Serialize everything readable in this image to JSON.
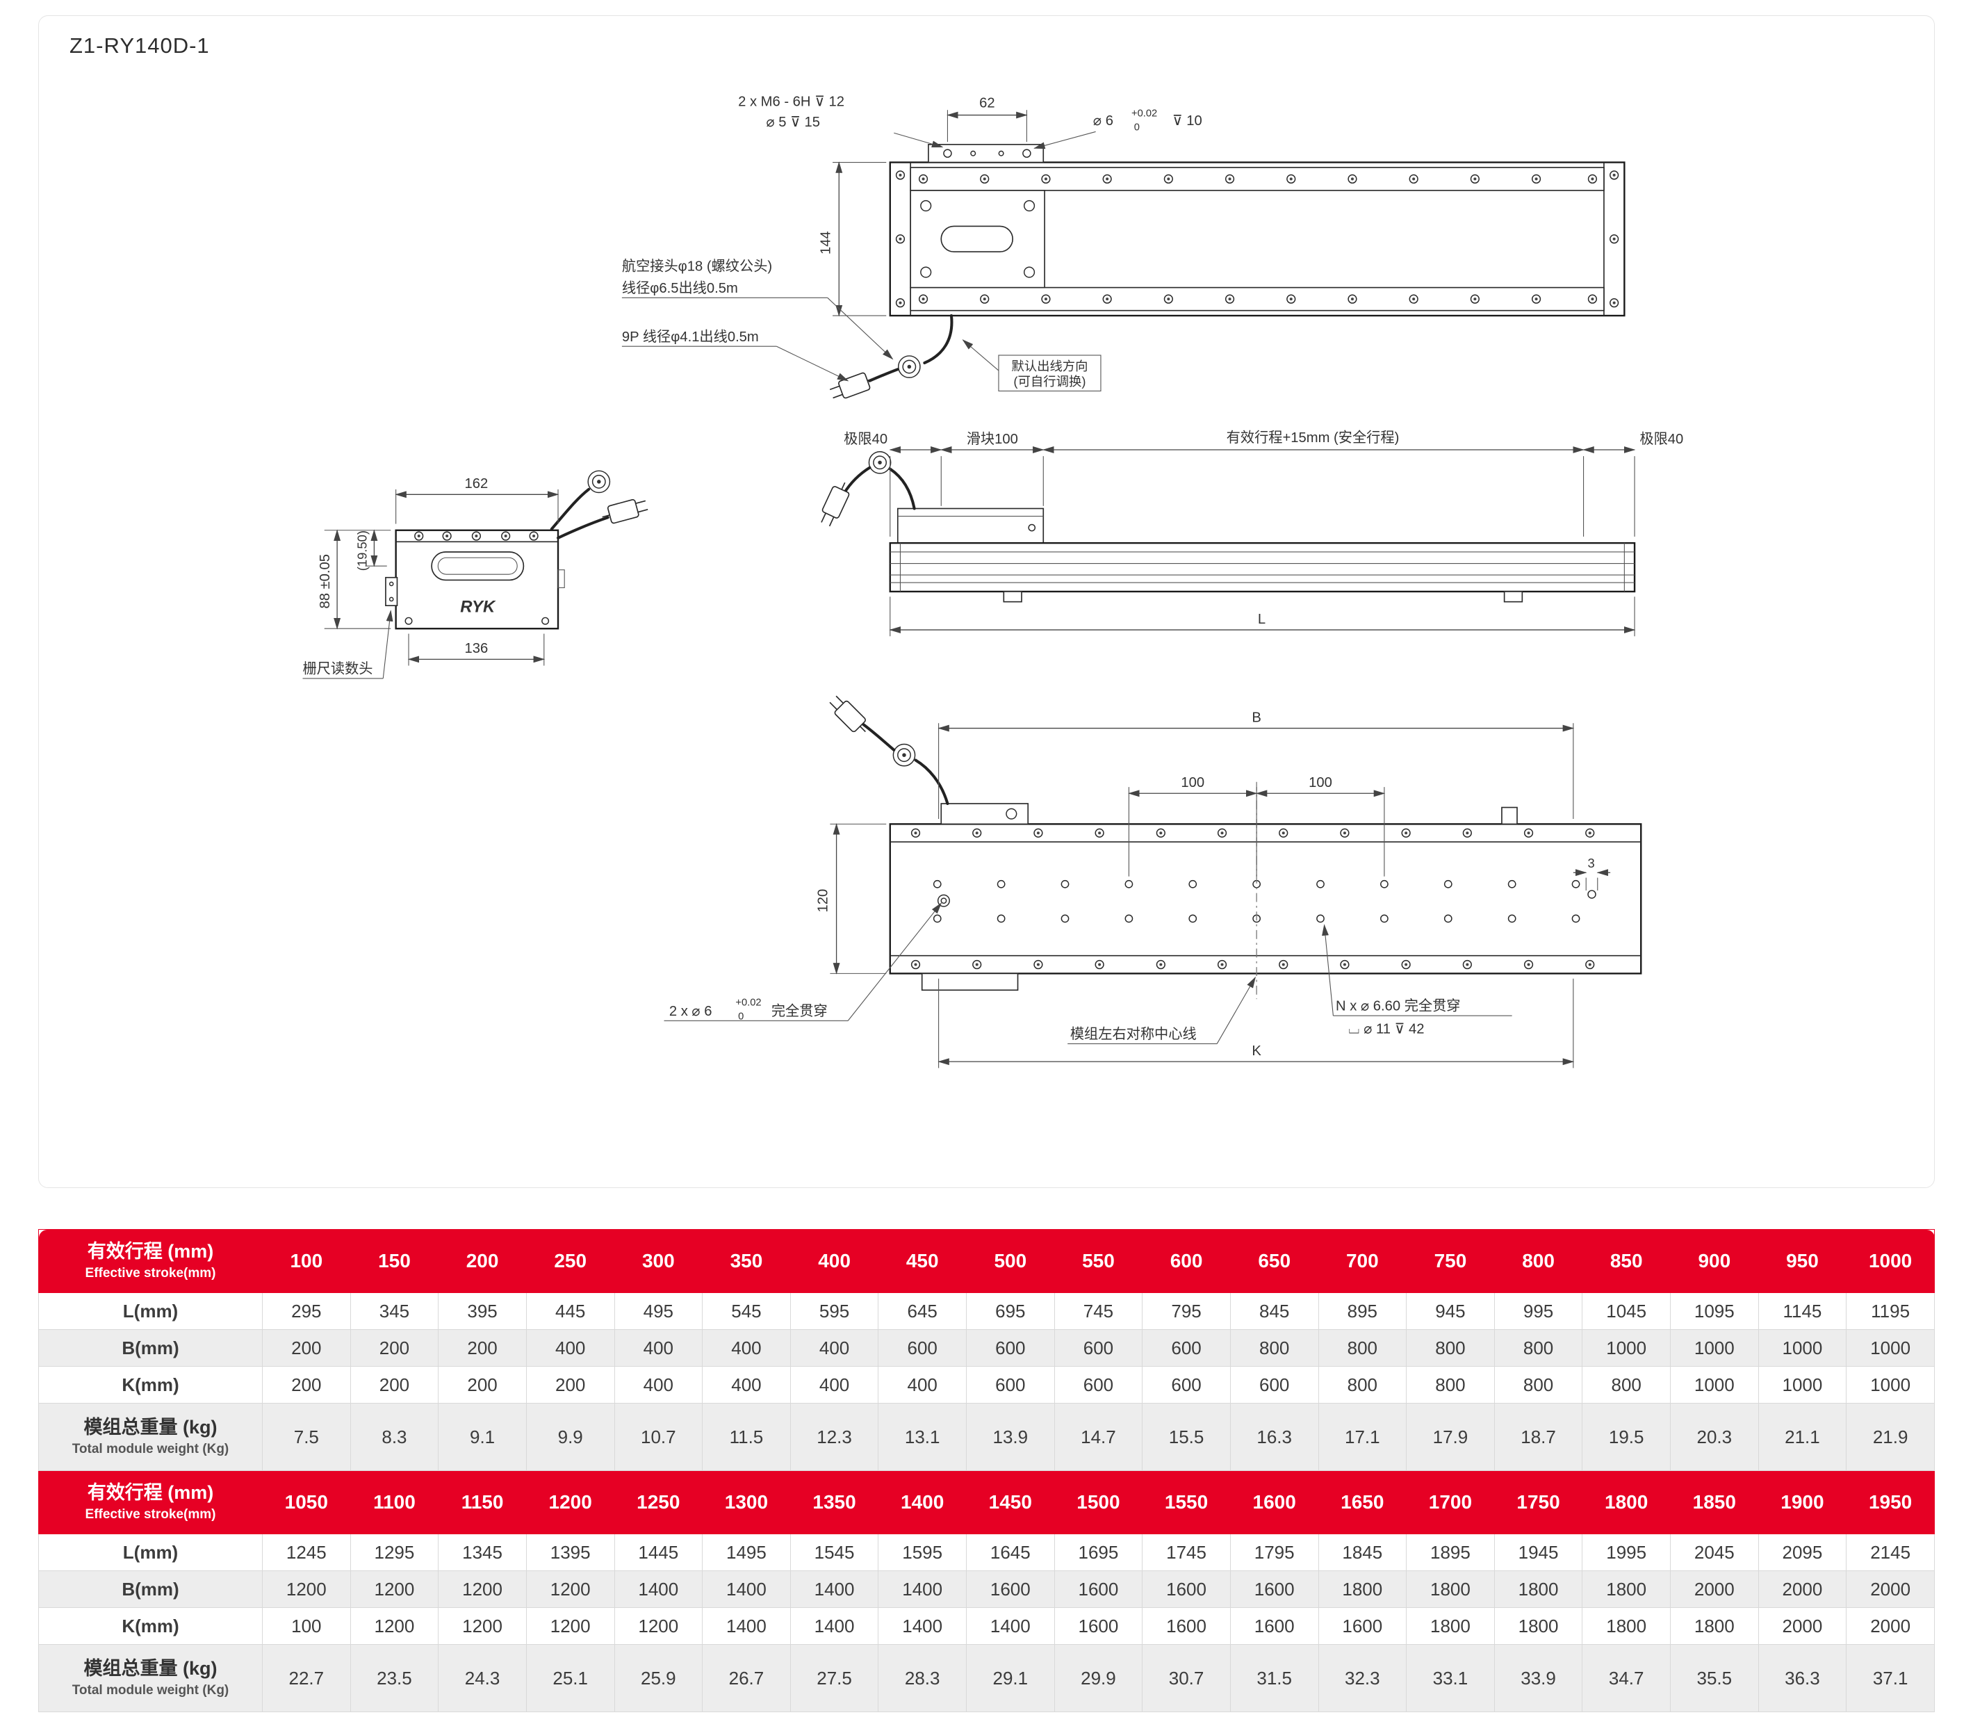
{
  "page": {
    "title": "Z1-RY140D-1"
  },
  "colors": {
    "accent_red": "#e60024"
  },
  "drawing": {
    "top_view": {
      "thread_note": "2 x M6 - 6H  ⊽ 12",
      "pilot_note": "⌀ 5  ⊽ 15",
      "dim_62": "62",
      "pin_dia": "⌀ 6",
      "pin_tol_top": "+0.02",
      "pin_tol_bottom": "0",
      "pin_depth": "⊽ 10",
      "dim_144": "144",
      "connector_note_line1": "航空接头φ18 (螺纹公头)",
      "connector_note_line2": "线径φ6.5出线0.5m",
      "cable_note": "9P 线径φ4.1出线0.5m",
      "outlet_note_line1": "默认出线方向",
      "outlet_note_line2": "(可自行调换)"
    },
    "side_view": {
      "limit_left": "极限40",
      "slider_note": "滑块100",
      "stroke_note": "有效行程+15mm (安全行程)",
      "limit_right": "极限40",
      "dim_L": "L"
    },
    "left_view": {
      "dim_162": "162",
      "dim_88": "88 ±0.05",
      "dim_19_5": "(19.50)",
      "dim_136": "136",
      "reader_note": "栅尺读数头",
      "logo": "RYK"
    },
    "bottom_view": {
      "dim_B": "B",
      "dim_100_left": "100",
      "dim_100_right": "100",
      "dim_120": "120",
      "dim_3": "3",
      "hole_note": "2 x ⌀ 6",
      "hole_tol_top": "+0.02",
      "hole_tol_bottom": "0",
      "hole_note_suffix": "完全贯穿",
      "center_note": "模组左右对称中心线",
      "n_hole_note": "N x ⌀ 6.60 完全贯穿",
      "cbore_note": "⌴ ⌀ 11  ⊽ 42",
      "dim_K": "K"
    }
  },
  "table": {
    "stroke_label_zh": "有效行程 (mm)",
    "stroke_label_en": "Effective stroke(mm)",
    "l_label": "L(mm)",
    "b_label": "B(mm)",
    "k_label": "K(mm)",
    "weight_label_zh": "模组总重量 (kg)",
    "weight_label_en": "Total module weight (Kg)",
    "sections": [
      {
        "strokes": [
          100,
          150,
          200,
          250,
          300,
          350,
          400,
          450,
          500,
          550,
          600,
          650,
          700,
          750,
          800,
          850,
          900,
          950,
          1000
        ],
        "L": [
          295,
          345,
          395,
          445,
          495,
          545,
          595,
          645,
          695,
          745,
          795,
          845,
          895,
          945,
          995,
          1045,
          1095,
          1145,
          1195
        ],
        "B": [
          200,
          200,
          200,
          400,
          400,
          400,
          400,
          600,
          600,
          600,
          600,
          800,
          800,
          800,
          800,
          1000,
          1000,
          1000,
          1000
        ],
        "K": [
          200,
          200,
          200,
          200,
          400,
          400,
          400,
          400,
          600,
          600,
          600,
          600,
          800,
          800,
          800,
          800,
          1000,
          1000,
          1000
        ],
        "weight": [
          "7.5",
          "8.3",
          "9.1",
          "9.9",
          "10.7",
          "11.5",
          "12.3",
          "13.1",
          "13.9",
          "14.7",
          "15.5",
          "16.3",
          "17.1",
          "17.9",
          "18.7",
          "19.5",
          "20.3",
          "21.1",
          "21.9"
        ]
      },
      {
        "strokes": [
          1050,
          1100,
          1150,
          1200,
          1250,
          1300,
          1350,
          1400,
          1450,
          1500,
          1550,
          1600,
          1650,
          1700,
          1750,
          1800,
          1850,
          1900,
          1950
        ],
        "L": [
          1245,
          1295,
          1345,
          1395,
          1445,
          1495,
          1545,
          1595,
          1645,
          1695,
          1745,
          1795,
          1845,
          1895,
          1945,
          1995,
          2045,
          2095,
          2145
        ],
        "B": [
          1200,
          1200,
          1200,
          1200,
          1400,
          1400,
          1400,
          1400,
          1600,
          1600,
          1600,
          1600,
          1800,
          1800,
          1800,
          1800,
          2000,
          2000,
          2000
        ],
        "K": [
          100,
          1200,
          1200,
          1200,
          1200,
          1400,
          1400,
          1400,
          1400,
          1600,
          1600,
          1600,
          1600,
          1800,
          1800,
          1800,
          1800,
          2000,
          2000
        ],
        "weight": [
          "22.7",
          "23.5",
          "24.3",
          "25.1",
          "25.9",
          "26.7",
          "27.5",
          "28.3",
          "29.1",
          "29.9",
          "30.7",
          "31.5",
          "32.3",
          "33.1",
          "33.9",
          "34.7",
          "35.5",
          "36.3",
          "37.1"
        ]
      }
    ]
  }
}
